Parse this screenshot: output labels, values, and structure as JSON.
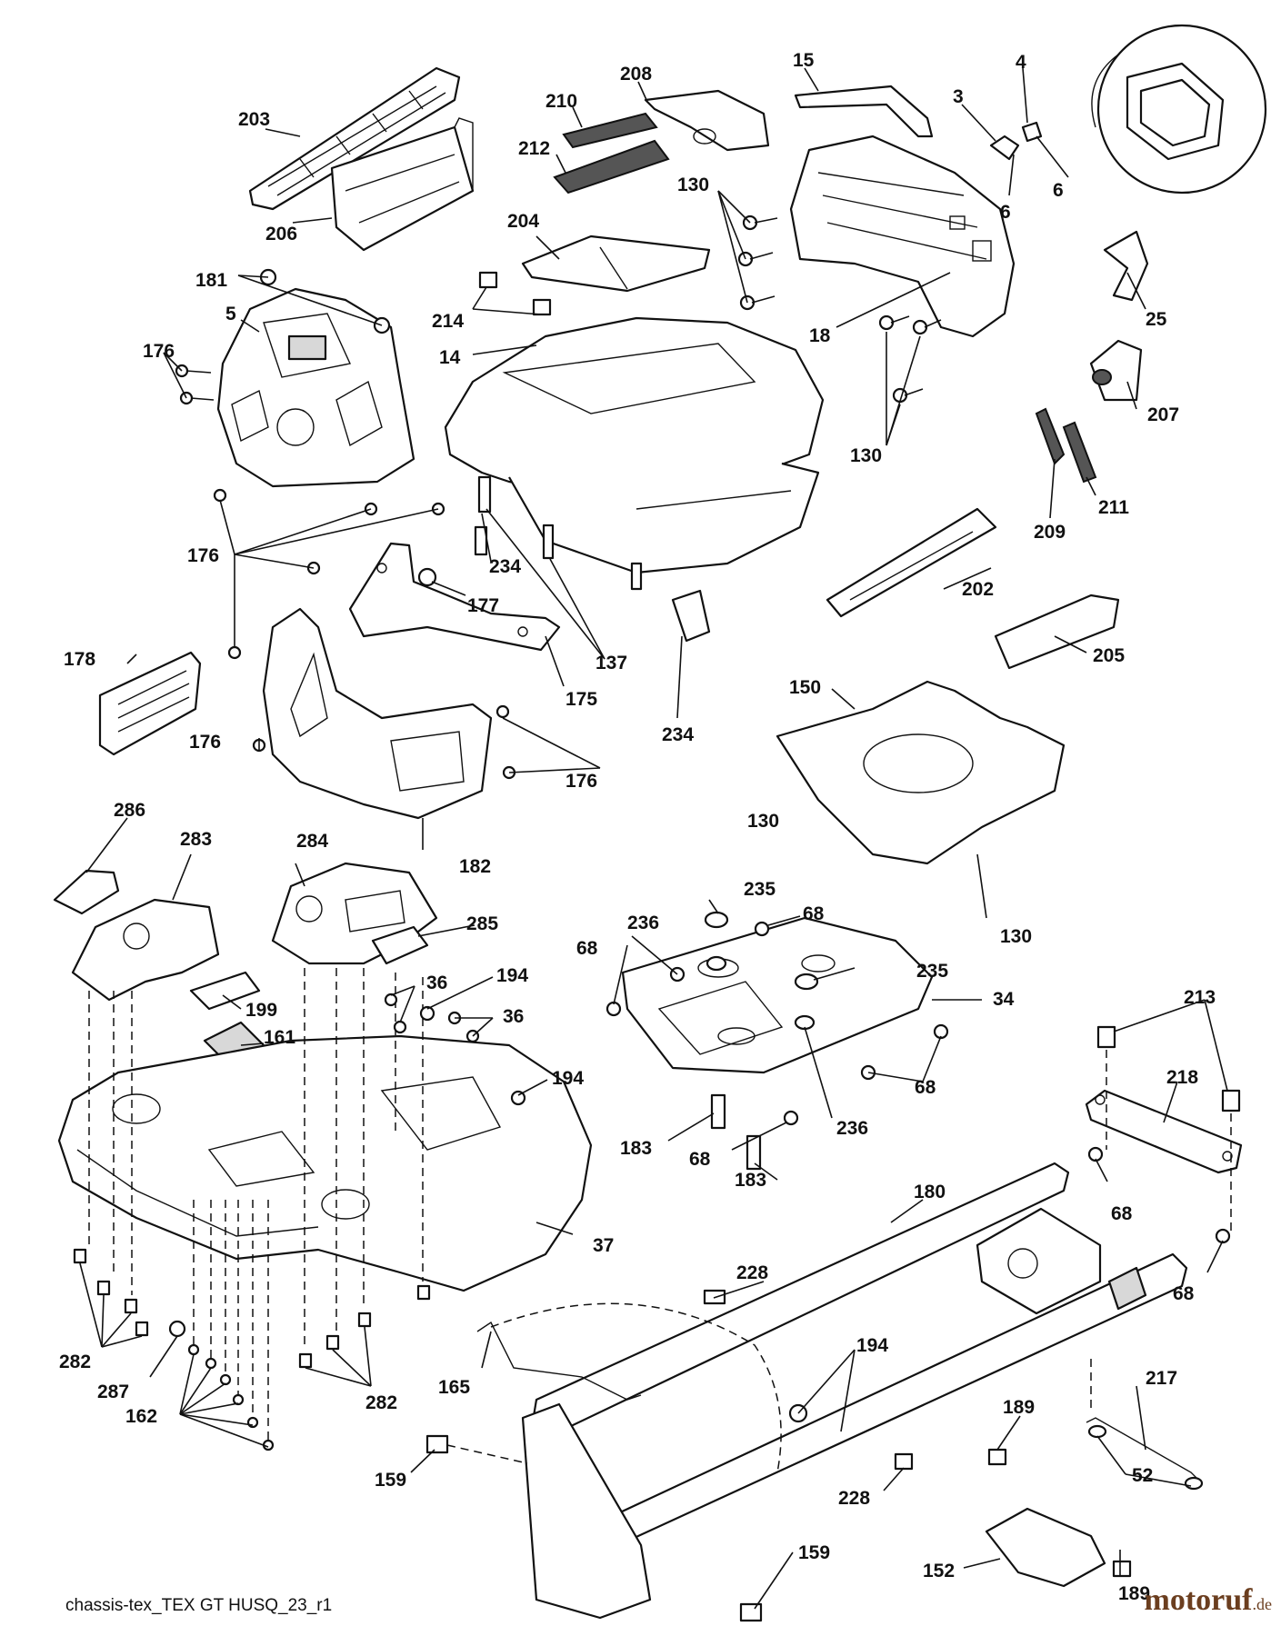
{
  "caption": "chassis-tex_TEX GT HUSQ_23_r1",
  "watermark": {
    "name": "motoruf",
    "tld": ".de",
    "color": "#6b3e1f"
  },
  "callouts": {
    "c203": "203",
    "c206": "206",
    "c210": "210",
    "c212": "212",
    "c208": "208",
    "c15": "15",
    "c3": "3",
    "c4": "4",
    "c6a": "6",
    "c6b": "6",
    "c130a": "130",
    "c204": "204",
    "c181": "181",
    "c5": "5",
    "c214": "214",
    "c14": "14",
    "c18": "18",
    "c25": "25",
    "c176a": "176",
    "c207": "207",
    "c130b": "130",
    "c209": "209",
    "c211": "211",
    "c176b": "176",
    "c234a": "234",
    "c177": "177",
    "c137": "137",
    "c202": "202",
    "c178": "178",
    "c175": "175",
    "c205": "205",
    "c234b": "234",
    "c150": "150",
    "c176c": "176",
    "c176d": "176",
    "c130c": "130",
    "c182": "182",
    "c286": "286",
    "c283": "283",
    "c284": "284",
    "c235a": "235",
    "c285": "285",
    "c236a": "236",
    "c68a": "68",
    "c130d": "130",
    "c68b": "68",
    "c36a": "36",
    "c194a": "194",
    "c235b": "235",
    "c34": "34",
    "c213": "213",
    "c199": "199",
    "c36b": "36",
    "c161": "161",
    "c218": "218",
    "c194b": "194",
    "c68c": "68",
    "c183a": "183",
    "c68d": "68",
    "c236b": "236",
    "c183b": "183",
    "c68e": "68",
    "c37": "37",
    "c180": "180",
    "c68f": "68",
    "c228a": "228",
    "c282a": "282",
    "c194c": "194",
    "c287": "287",
    "c282b": "282",
    "c165": "165",
    "c217": "217",
    "c162": "162",
    "c189a": "189",
    "c159a": "159",
    "c52": "52",
    "c228b": "228",
    "c159b": "159",
    "c152": "152",
    "c189b": "189"
  }
}
